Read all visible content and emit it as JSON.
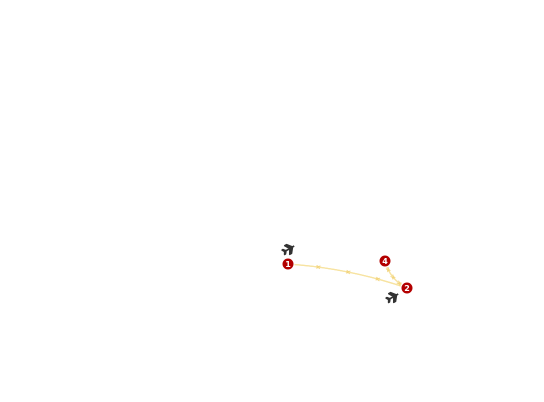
{
  "map": {
    "colors": {
      "background": "#ffffff",
      "route_line": "#f7e3a1",
      "route_arrow": "#f2d37a",
      "marker_fill": "#b30000",
      "marker_text": "#ffffff",
      "plane_icon": "#333333"
    },
    "stops": [
      {
        "label": "1",
        "icon": "numbered-stop-marker"
      },
      {
        "label": "2",
        "icon": "numbered-stop-marker"
      },
      {
        "label": "4",
        "icon": "numbered-stop-marker"
      }
    ],
    "planes": [
      {
        "icon": "airplane-icon"
      },
      {
        "icon": "airplane-icon"
      }
    ],
    "routes": [
      {
        "from": "1",
        "to": "2",
        "style": "curved-upper"
      },
      {
        "from": "2",
        "to": "1",
        "style": "curved-lower"
      },
      {
        "from": "2",
        "to": "4",
        "style": "curved-upper"
      },
      {
        "from": "4",
        "to": "2",
        "style": "curved-lower"
      }
    ]
  }
}
